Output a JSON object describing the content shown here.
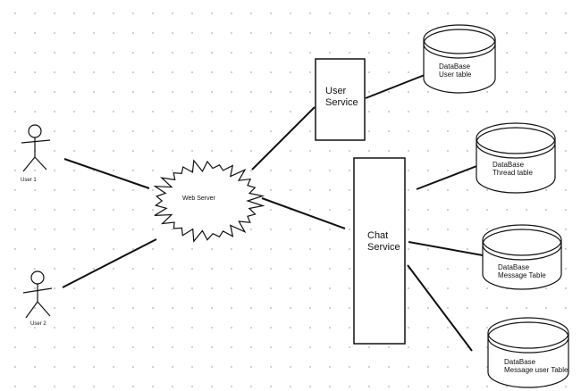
{
  "actors": [
    {
      "label": "User 1"
    },
    {
      "label": "User 2"
    }
  ],
  "web_server": {
    "label": "Web Server"
  },
  "services": {
    "user": {
      "line1": "User",
      "line2": "Service"
    },
    "chat": {
      "line1": "Chat",
      "line2": "Service"
    }
  },
  "databases": [
    {
      "line1": "DataBase",
      "line2": "User table"
    },
    {
      "line1": "DataBase",
      "line2": "Thread table"
    },
    {
      "line1": "DataBase",
      "line2": "Message Table"
    },
    {
      "line1": "DataBase",
      "line2": "Message user Table"
    }
  ],
  "colors": {
    "stroke": "#111111",
    "background": "#ffffff",
    "grid_dot": "#c9c9c9"
  }
}
